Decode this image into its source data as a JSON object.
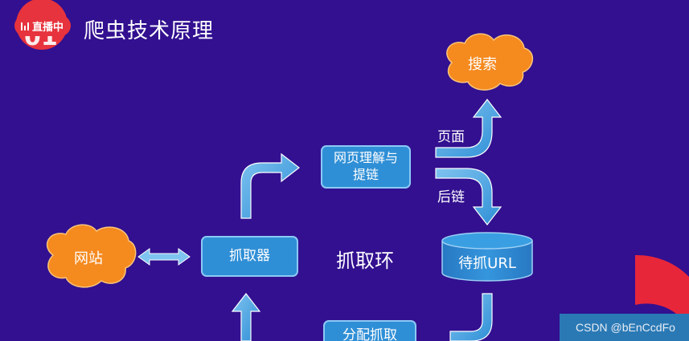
{
  "slide": {
    "title": "爬虫技术原理",
    "live_badge": "直播中",
    "nodes": {
      "search": "搜索",
      "page_parse": "网页理解与\n提链",
      "website": "网站",
      "fetcher": "抓取器",
      "loop": "抓取环",
      "url_queue": "待抓URL",
      "dispatch": "分配抓取"
    },
    "edge_labels": {
      "page": "页面",
      "followup_links": "后链"
    },
    "watermark": "CSDN @bEnCcdFo"
  },
  "colors": {
    "background": "#321090",
    "box_fill": "#2f8fd6",
    "cloud_fill": "#f58a1f",
    "live_red": "#e7333d"
  }
}
